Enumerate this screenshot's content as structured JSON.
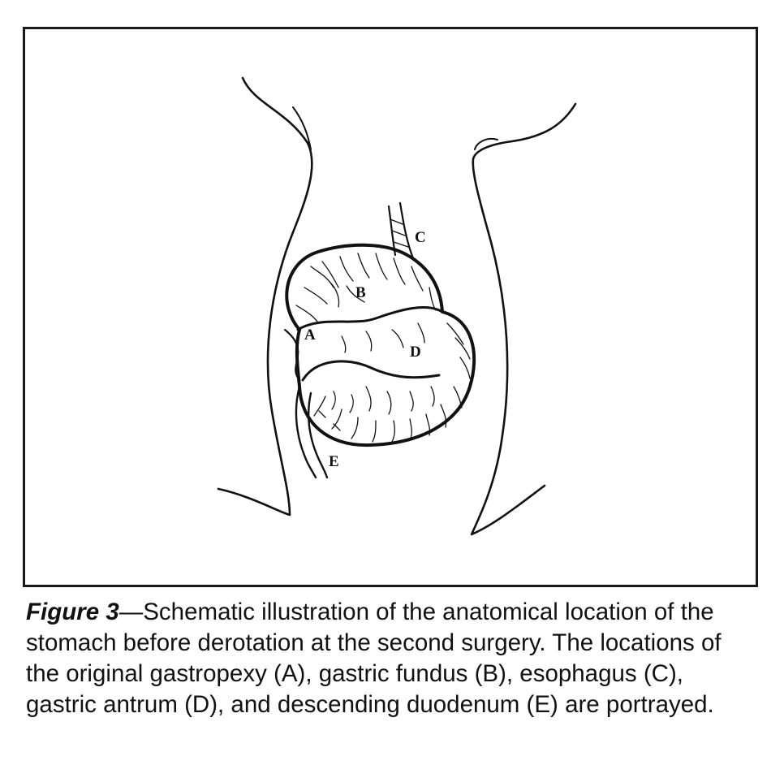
{
  "figure": {
    "labels": {
      "a": "A",
      "b": "B",
      "c": "C",
      "d": "D",
      "e": "E"
    }
  },
  "caption": {
    "lead": "Figure 3",
    "text": "—Schematic illustration of the anatomical location of the stomach before derotation at the second surgery. The locations of the original gastropexy (A), gastric fundus (B), esophagus (C), gastric antrum (D), and descending duodenum (E) are portrayed."
  }
}
